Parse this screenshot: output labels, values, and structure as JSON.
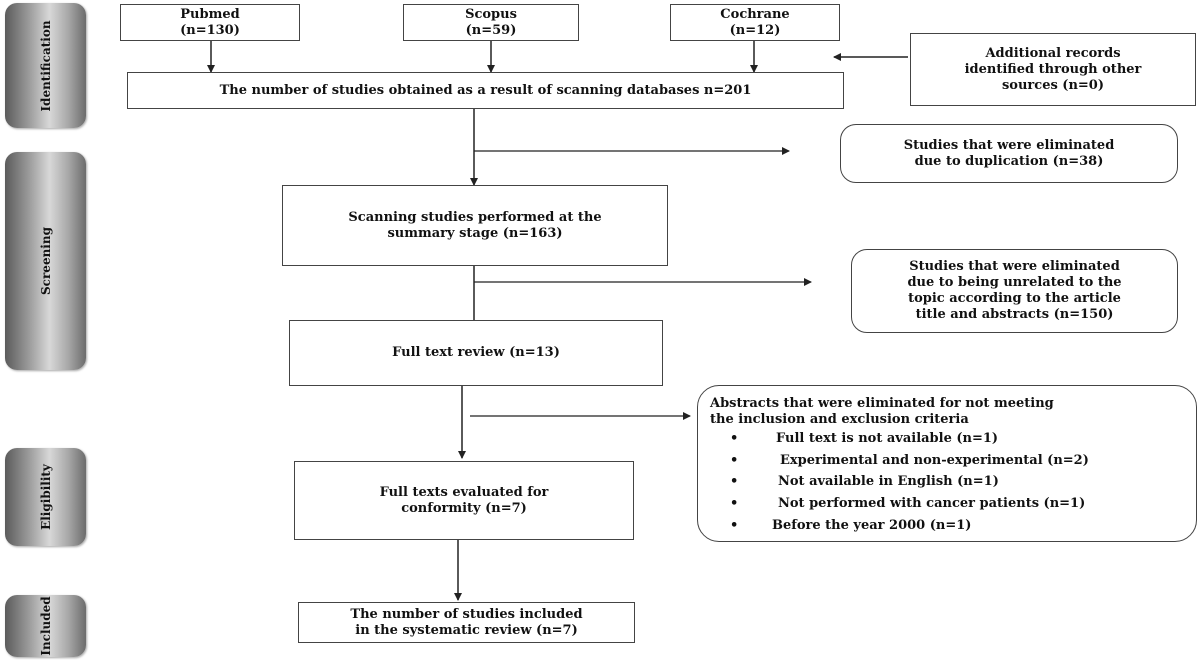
{
  "stages": {
    "identification": "Identification",
    "screening": "Screening",
    "eligibility": "Eligibility",
    "included": "Included"
  },
  "sources": {
    "pubmed": {
      "name": "Pubmed",
      "count": "(n=130)"
    },
    "scopus": {
      "name": "Scopus",
      "count": "(n=59)"
    },
    "cochrane": {
      "name": "Cochrane",
      "count": "(n=12)"
    }
  },
  "additional": {
    "line1": "Additional records",
    "line2": "identified through other",
    "line3": "sources (n=0)"
  },
  "databases_total": "The number of studies obtained as a result of scanning databases n=201",
  "duplicates": {
    "line1": "Studies that were eliminated",
    "line2": "due to duplication (n=38)"
  },
  "summary_stage": {
    "line1": "Scanning studies performed at the",
    "line2": "summary stage (n=163)"
  },
  "unrelated": {
    "line1": "Studies that were eliminated",
    "line2": "due to being unrelated to the",
    "line3": "topic according to the article",
    "line4": "title and abstracts (n=150)"
  },
  "full_text_review": "Full text review (n=13)",
  "excluded_abstracts": {
    "title_line1": "Abstracts that were eliminated for not meeting",
    "title_line2": "the inclusion and exclusion criteria",
    "bullet": "•",
    "items": [
      "Full text is not available (n=1)",
      "Experimental and non-experimental (n=2)",
      "Not available in English (n=1)",
      "Not performed with cancer patients (n=1)",
      "Before the year 2000 (n=1)"
    ]
  },
  "conformity": {
    "line1": "Full texts evaluated for",
    "line2": "conformity (n=7)"
  },
  "included": {
    "line1": "The number of studies included",
    "line2": "in the systematic review (n=7)"
  }
}
